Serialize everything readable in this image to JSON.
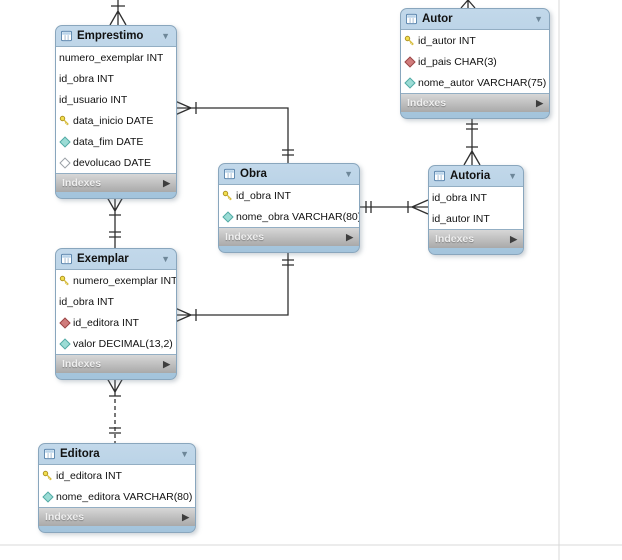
{
  "diagram_type": "EER database schema diagram (MySQL Workbench style)",
  "labels": {
    "indexes": "Indexes",
    "collapse_arrow": "▼",
    "expand_arrow": "▶"
  },
  "colors": {
    "table_header_blue": "#aecde3",
    "table_border": "#89a6bd",
    "footer_gray": "#b8b8b8",
    "relationship_line": "#2f2f2f",
    "primary_key_yellow": "#f2df4e",
    "foreign_key_red": "#d07c7c",
    "attribute_cyan": "#9bdcd5",
    "page_boundary": "#d8d8d8"
  },
  "tables": [
    {
      "name": "Emprestimo",
      "columns": [
        {
          "icon": "none",
          "text": "numero_exemplar INT"
        },
        {
          "icon": "none",
          "text": "id_obra INT"
        },
        {
          "icon": "none",
          "text": "id_usuario INT"
        },
        {
          "icon": "primary-key",
          "text": "data_inicio DATE"
        },
        {
          "icon": "attribute",
          "text": "data_fim DATE"
        },
        {
          "icon": "nullable",
          "text": "devolucao DATE"
        }
      ]
    },
    {
      "name": "Autor",
      "columns": [
        {
          "icon": "primary-key",
          "text": "id_autor INT"
        },
        {
          "icon": "foreign-key",
          "text": "id_pais CHAR(3)"
        },
        {
          "icon": "attribute",
          "text": "nome_autor VARCHAR(75)"
        }
      ]
    },
    {
      "name": "Obra",
      "columns": [
        {
          "icon": "primary-key",
          "text": "id_obra INT"
        },
        {
          "icon": "attribute",
          "text": "nome_obra VARCHAR(80)"
        }
      ]
    },
    {
      "name": "Autoria",
      "columns": [
        {
          "icon": "none",
          "text": "id_obra INT"
        },
        {
          "icon": "none",
          "text": "id_autor INT"
        }
      ]
    },
    {
      "name": "Exemplar",
      "columns": [
        {
          "icon": "primary-key",
          "text": "numero_exemplar INT"
        },
        {
          "icon": "none",
          "text": "id_obra INT"
        },
        {
          "icon": "foreign-key",
          "text": "id_editora INT"
        },
        {
          "icon": "attribute",
          "text": "valor DECIMAL(13,2)"
        }
      ]
    },
    {
      "name": "Editora",
      "columns": [
        {
          "icon": "primary-key",
          "text": "id_editora INT"
        },
        {
          "icon": "attribute",
          "text": "nome_editora VARCHAR(80)"
        }
      ]
    }
  ],
  "relationships": [
    {
      "from": "Emprestimo",
      "to": "Obra",
      "cardinality": "many-to-one",
      "line": "solid"
    },
    {
      "from": "Exemplar",
      "to": "Obra",
      "cardinality": "many-to-one",
      "line": "solid"
    },
    {
      "from": "Autoria",
      "to": "Obra",
      "cardinality": "many-to-one",
      "line": "solid"
    },
    {
      "from": "Autoria",
      "to": "Autor",
      "cardinality": "many-to-one",
      "line": "solid"
    },
    {
      "from": "Emprestimo",
      "to": "Exemplar",
      "cardinality": "many-to-one",
      "line": "solid"
    },
    {
      "from": "Exemplar",
      "to": "Editora",
      "cardinality": "many-to-one",
      "line": "dashed"
    },
    {
      "from": "Emprestimo",
      "to": "off-screen-top",
      "cardinality": "many",
      "line": "solid"
    },
    {
      "from": "Autor",
      "to": "off-screen-top",
      "cardinality": "many",
      "line": "solid"
    }
  ]
}
